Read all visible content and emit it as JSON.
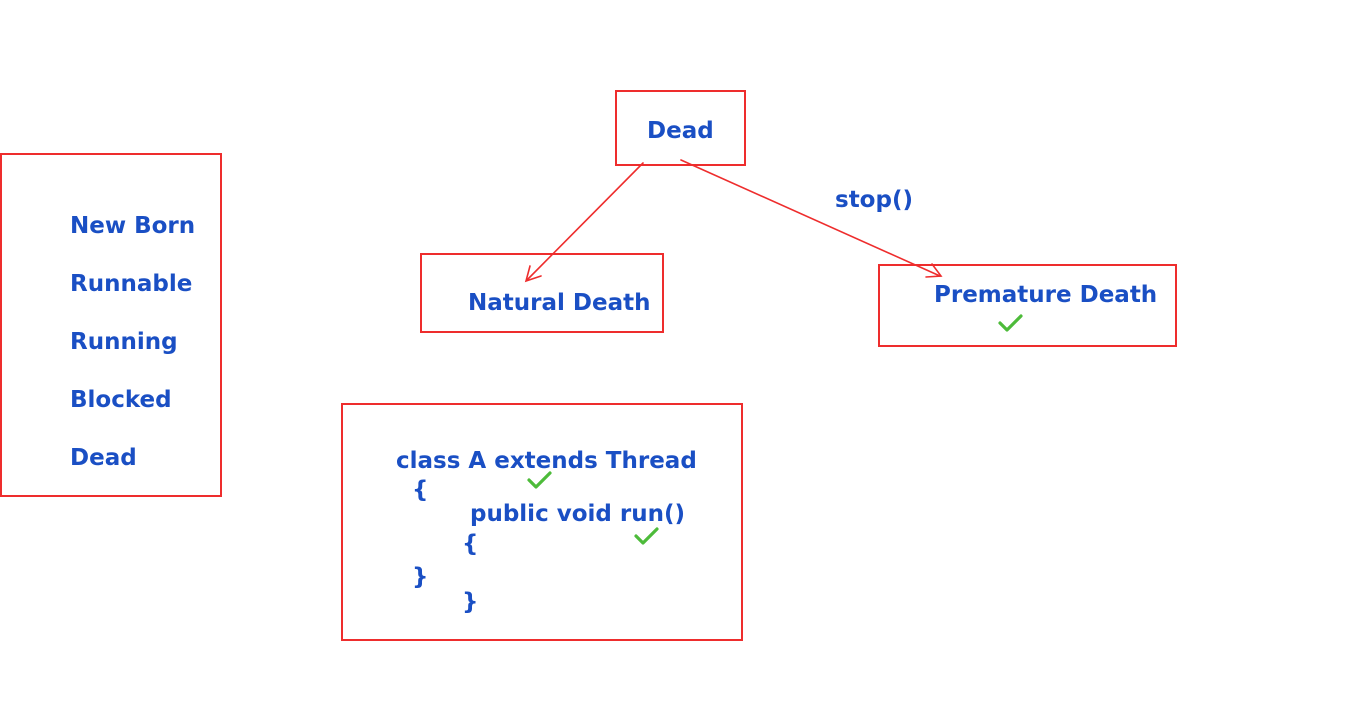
{
  "states_list": {
    "items": [
      "New Born",
      "Runnable",
      "Running",
      "Blocked",
      "Dead"
    ]
  },
  "dead_node": {
    "label": "Dead"
  },
  "natural_death_node": {
    "label": "Natural Death"
  },
  "premature_death_node": {
    "label": "Premature Death"
  },
  "stop_label": "stop()",
  "code_box": {
    "line1": "class A extends Thread",
    "line2": "{",
    "line3": "public void run()",
    "line4": "{",
    "line5": "}",
    "line6": "}"
  },
  "colors": {
    "box_border": "#ee2d2d",
    "text": "#1a4fc4",
    "arrow": "#ee2d2d",
    "check": "#4dbb3a"
  }
}
